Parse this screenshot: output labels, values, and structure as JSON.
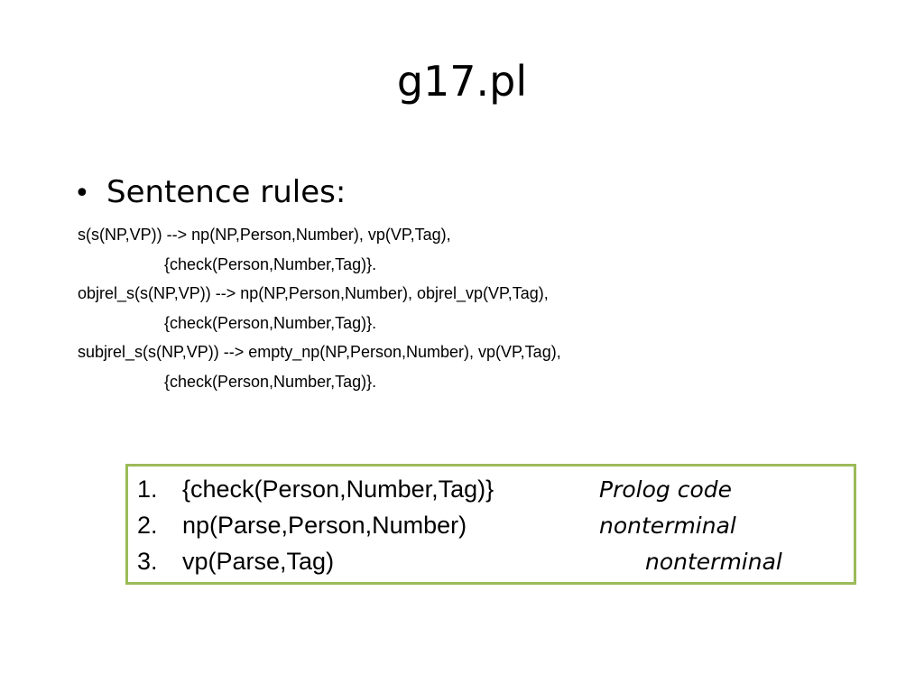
{
  "slide": {
    "title": "g17.pl",
    "bullet": {
      "symbol": "•",
      "text": "Sentence rules:"
    },
    "rules": [
      "s(s(NP,VP)) --> np(NP,Person,Number), vp(VP,Tag),",
      "{check(Person,Number,Tag)}.",
      "objrel_s(s(NP,VP)) --> np(NP,Person,Number), objrel_vp(VP,Tag),",
      "{check(Person,Number,Tag)}.",
      "subjrel_s(s(NP,VP)) --> empty_np(NP,Person,Number), vp(VP,Tag),",
      "{check(Person,Number,Tag)}."
    ],
    "box": {
      "border_color": "#9bbb59",
      "items": [
        {
          "number": "1.",
          "code": "{check(Person,Number,Tag)}",
          "note": "Prolog code"
        },
        {
          "number": "2.",
          "code": "np(Parse,Person,Number)",
          "note": "nonterminal"
        },
        {
          "number": "3.",
          "code": "vp(Parse,Tag)",
          "note": "nonterminal"
        }
      ]
    }
  }
}
